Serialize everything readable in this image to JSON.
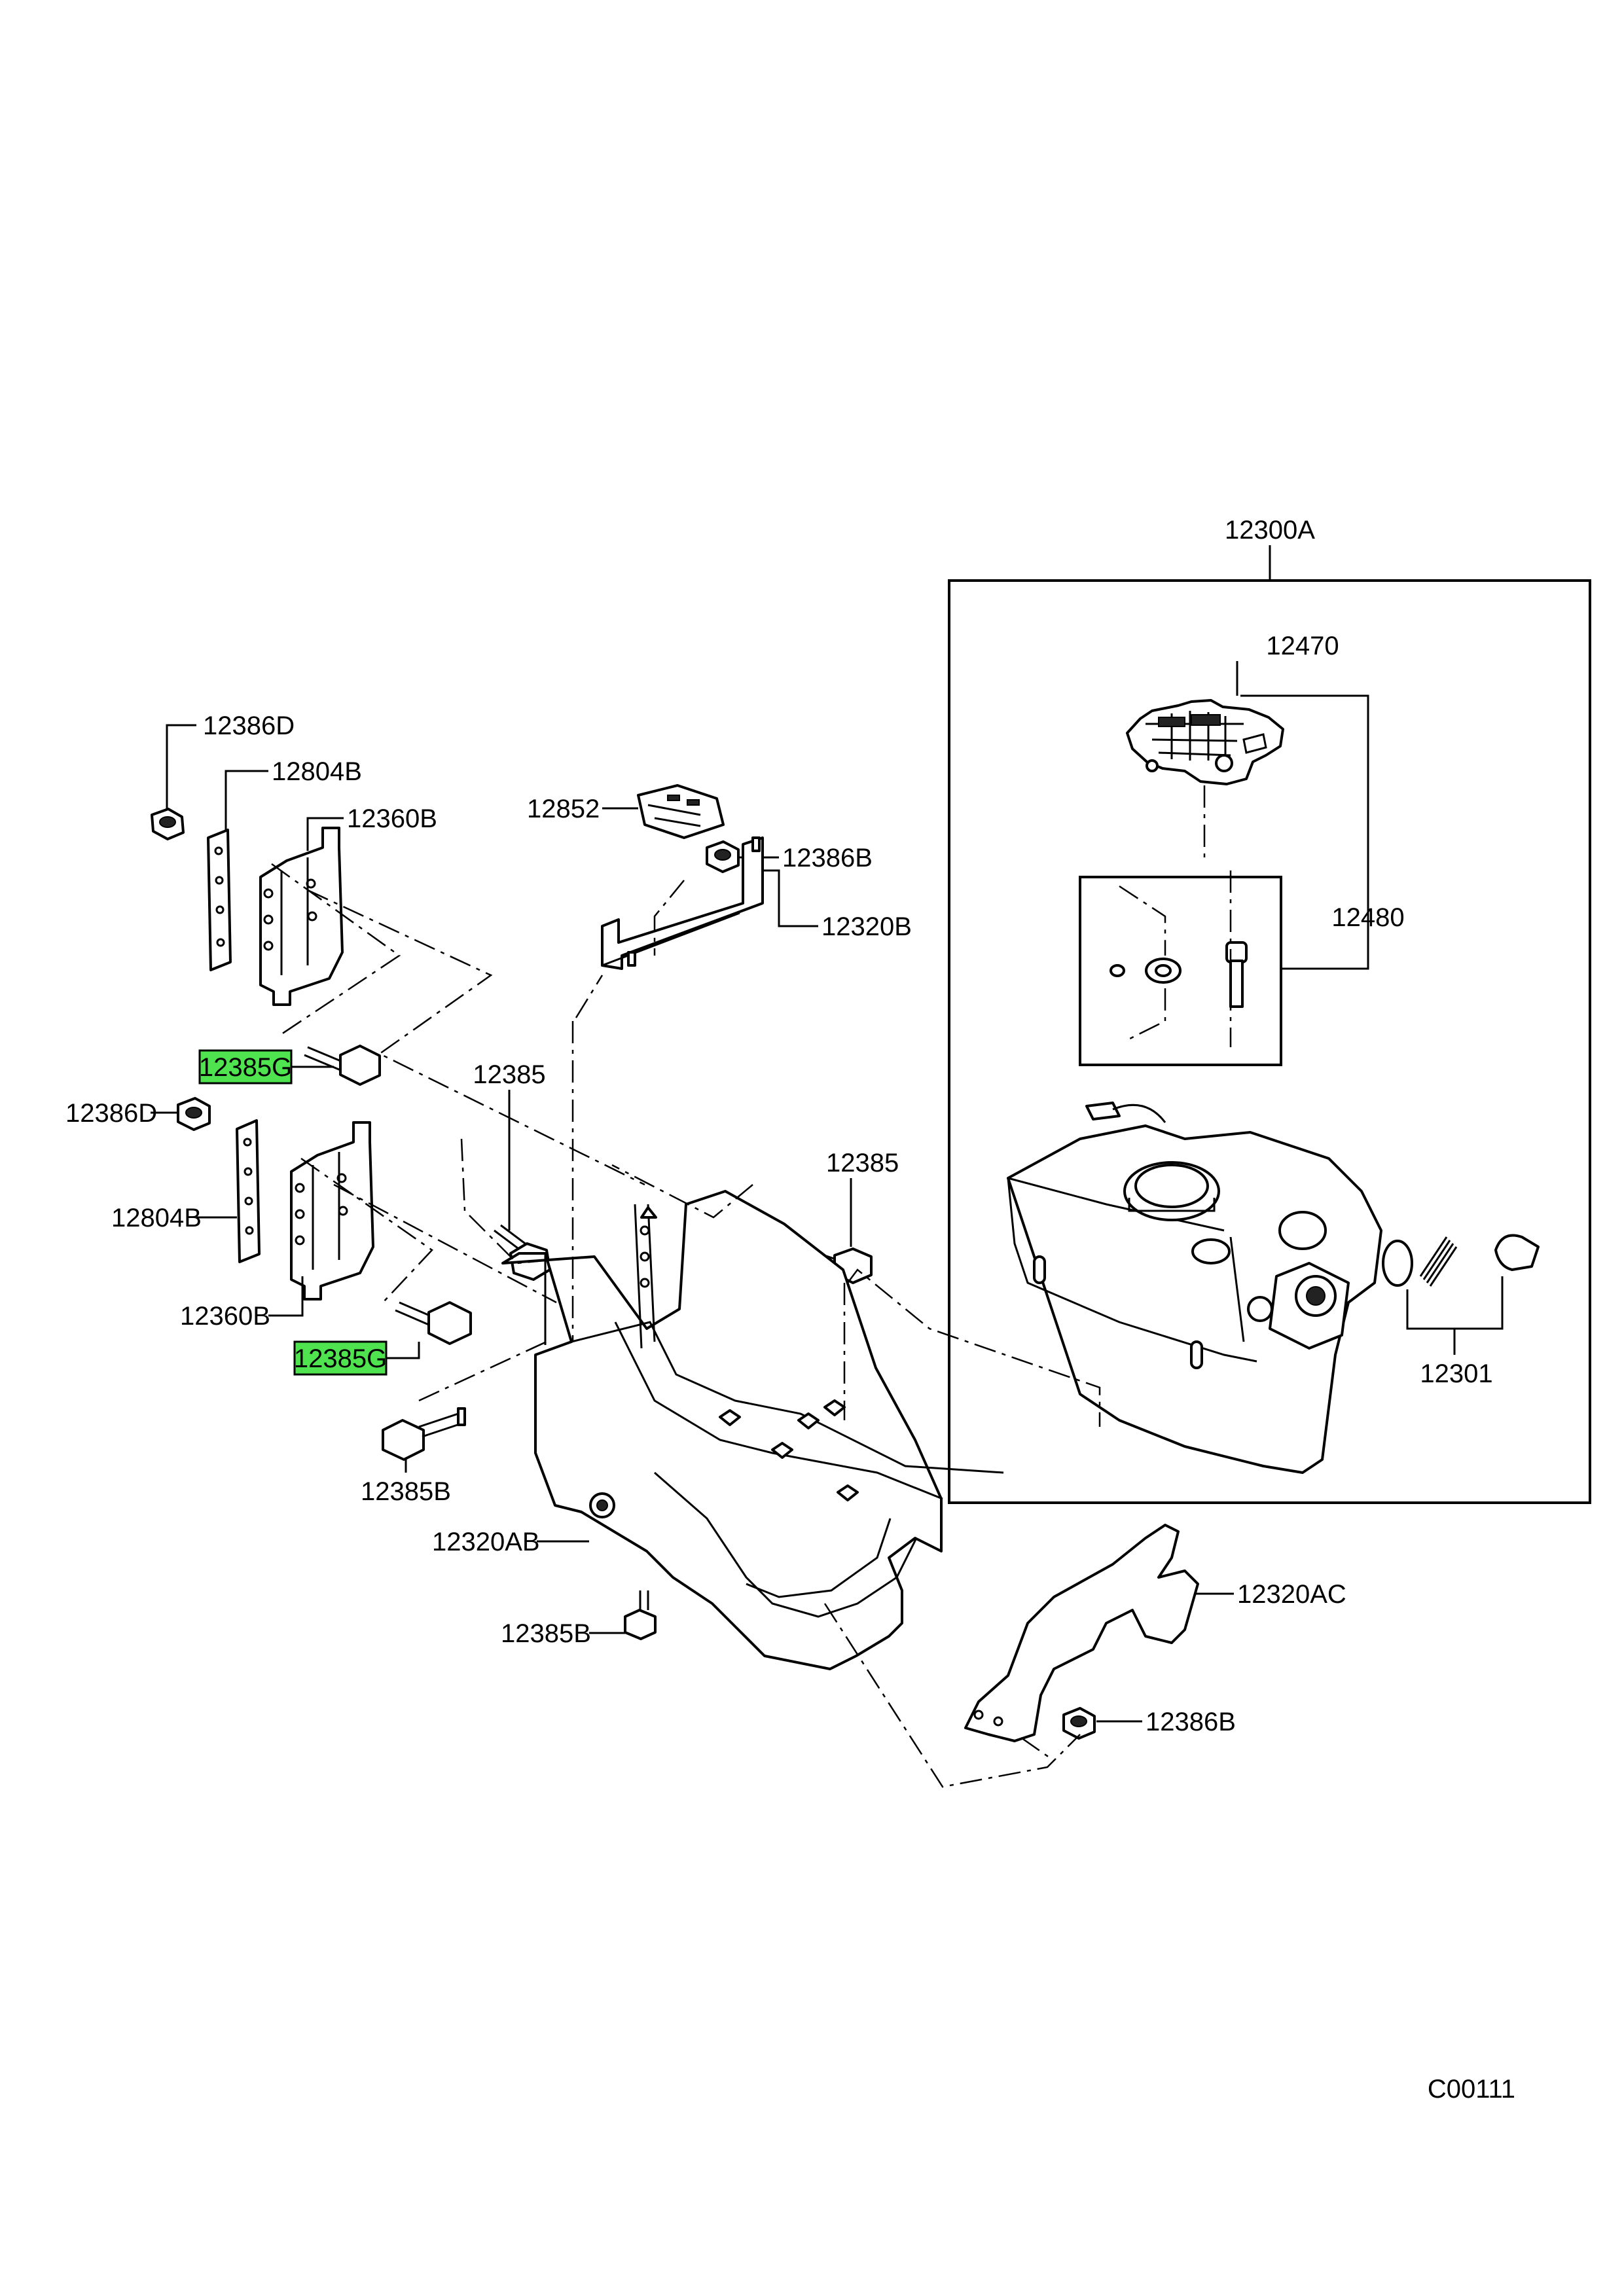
{
  "diagram": {
    "code": "C00111",
    "highlight_color": "#4fe34f",
    "highlighted_parts": [
      "12385G"
    ],
    "callouts": {
      "p12300A": "12300A",
      "p12470": "12470",
      "p12480": "12480",
      "p12301": "12301",
      "p12386D_top": "12386D",
      "p12804B_top": "12804B",
      "p12360B_top": "12360B",
      "p12852": "12852",
      "p12386B_top": "12386B",
      "p12320B": "12320B",
      "p12385G_top": "12385G",
      "p12386D_left": "12386D",
      "p12385_mid": "12385",
      "p12385_right": "12385",
      "p12804B_left": "12804B",
      "p12360B_left": "12360B",
      "p12385G_bottom": "12385G",
      "p12385B_left": "12385B",
      "p12320AB": "12320AB",
      "p12385B_bottom": "12385B",
      "p12320AC": "12320AC",
      "p12386B_bottom": "12386B"
    }
  }
}
